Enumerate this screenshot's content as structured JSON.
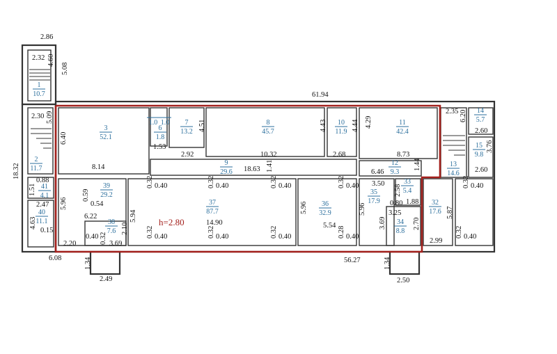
{
  "title_height": "h=2.80",
  "colors": {
    "outline": "#a3201c",
    "room_label": "#2a6e9c",
    "walls": "#333333"
  },
  "rooms": [
    {
      "num": "1",
      "area": "10.7"
    },
    {
      "num": "2",
      "area": "11.7"
    },
    {
      "num": "3",
      "area": "52.1"
    },
    {
      "num": "",
      "area": "1.0"
    },
    {
      "num": "",
      "area": "1.0"
    },
    {
      "num": "6",
      "area": "1.8"
    },
    {
      "num": "7",
      "area": "13.2"
    },
    {
      "num": "8",
      "area": "45.7"
    },
    {
      "num": "9",
      "area": "29.6"
    },
    {
      "num": "10",
      "area": "11.9"
    },
    {
      "num": "11",
      "area": "42.4"
    },
    {
      "num": "12",
      "area": "9.3"
    },
    {
      "num": "13",
      "area": "14.6"
    },
    {
      "num": "14",
      "area": "5.7"
    },
    {
      "num": "15",
      "area": "9.8"
    },
    {
      "num": "41",
      "area": "4.1"
    },
    {
      "num": "40",
      "area": "11.1"
    },
    {
      "num": "39",
      "area": "29.2"
    },
    {
      "num": "38",
      "area": "7.6"
    },
    {
      "num": "37",
      "area": "87.7"
    },
    {
      "num": "36",
      "area": "32.9"
    },
    {
      "num": "35",
      "area": "17.9"
    },
    {
      "num": "33",
      "area": "5.4"
    },
    {
      "num": "34",
      "area": "8.8"
    },
    {
      "num": "32",
      "area": "17.6"
    }
  ],
  "dimensions": [
    "2.86",
    "2.32",
    "4.60",
    "5.08",
    "2.30",
    "5.09",
    "6.40",
    "8.14",
    "1.53",
    "2.92",
    "4.51",
    "10.32",
    "4.43",
    "2.68",
    "4.44",
    "4.29",
    "8.73",
    "18.63",
    "1.41",
    "6.46",
    "1.44",
    "2.35",
    "6.20",
    "2.60",
    "3.76",
    "2.60",
    "18.32",
    "0.88",
    "1.51",
    "2.47",
    "4.63",
    "0.15",
    "5.96",
    "0.59",
    "0.54",
    "6.22",
    "5.94",
    "14.90",
    "2.20",
    "0.40",
    "0.32",
    "3.69",
    "2.10",
    "6.08",
    "1.34",
    "2.49",
    "5.96",
    "5.54",
    "3.50",
    "5.96",
    "0.80",
    "2.58",
    "1.88",
    "3.25",
    "3.69",
    "2.70",
    "5.87",
    "2.99",
    "56.27",
    "1.34",
    "2.50",
    "61.94",
    "0.32",
    "0.40",
    "0.32",
    "0.40",
    "0.32",
    "0.40",
    "0.32",
    "0.40",
    "0.32",
    "0.40",
    "0.32",
    "0.40",
    "0.32",
    "0.40",
    "0.28",
    "0.40",
    "0.32",
    "0.40",
    "0.32",
    "0.40"
  ]
}
